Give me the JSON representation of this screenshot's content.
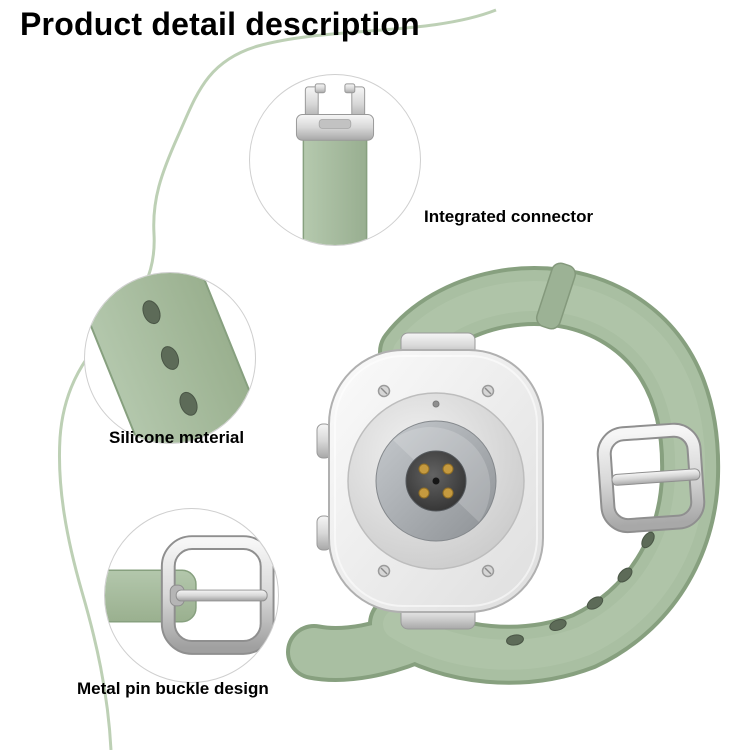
{
  "page": {
    "title": "Product detail description"
  },
  "callouts": [
    {
      "id": "integrated-connector",
      "label": "Integrated connector"
    },
    {
      "id": "silicone-material",
      "label": "Silicone material"
    },
    {
      "id": "metal-pin-buckle",
      "label": "Metal pin buckle design"
    }
  ],
  "colors": {
    "strap_green": "#a9bfa2",
    "strap_green_dark": "#87a07f",
    "decorative_curve_green": "#bdd0b5",
    "metal_silver": "#c9c9c9",
    "sensor_dot_gold": "#c59a3f",
    "label_text": "#000000",
    "background": "#ffffff"
  }
}
